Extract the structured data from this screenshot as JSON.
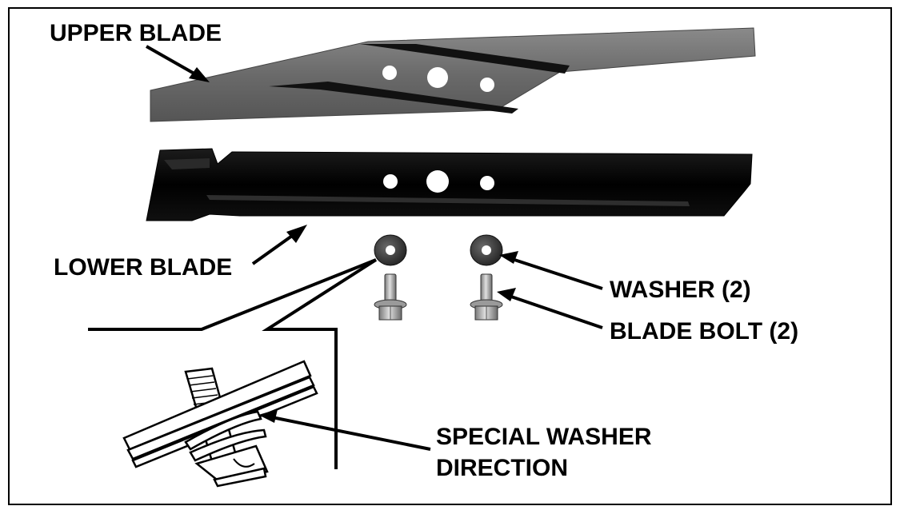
{
  "labels": {
    "upper_blade": "UPPER BLADE",
    "lower_blade": "LOWER BLADE",
    "washer": "WASHER (2)",
    "blade_bolt": "BLADE BOLT (2)",
    "special_washer_line1": "SPECIAL WASHER",
    "special_washer_line2": "DIRECTION"
  },
  "colors": {
    "ink": "#000000",
    "upper_blade_fill": "#6e6e6e",
    "lower_blade_fill": "#050505",
    "washer_fill": "#3a3a3a",
    "bolt_fill": "#b5b5b5",
    "frame": "#000000",
    "background": "#ffffff"
  }
}
